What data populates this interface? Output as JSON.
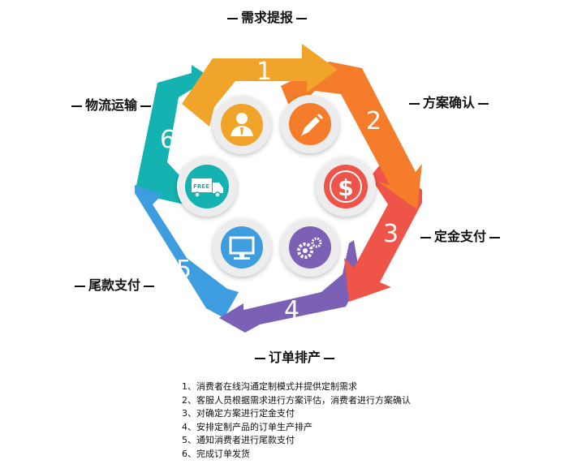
{
  "title": "需求提报",
  "stages": [
    {
      "num": "1",
      "label": "需求提报",
      "color": "#F0A52A",
      "icon": "user-icon"
    },
    {
      "num": "2",
      "label": "方案确认",
      "color": "#F47C2A",
      "icon": "pencil-icon"
    },
    {
      "num": "3",
      "label": "定金支付",
      "color": "#EE5548",
      "icon": "dollar-icon"
    },
    {
      "num": "4",
      "label": "订单排产",
      "color": "#7B60B6",
      "icon": "gears-icon"
    },
    {
      "num": "5",
      "label": "尾款支付",
      "color": "#3D9DDE",
      "icon": "monitor-icon"
    },
    {
      "num": "6",
      "label": "物流运输",
      "color": "#15B2B2",
      "icon": "truck-icon"
    }
  ],
  "truck_text": "FREE",
  "steps": [
    "1、消费者在线沟通定制模式并提供定制需求",
    "2、客服人员根据需求进行方案评估，消费者进行方案确认",
    "3、对确定方案进行定金支付",
    "4、安排定制产品的订单生产排产",
    "5、通知消费者进行尾款支付",
    "6、完成订单发货"
  ]
}
